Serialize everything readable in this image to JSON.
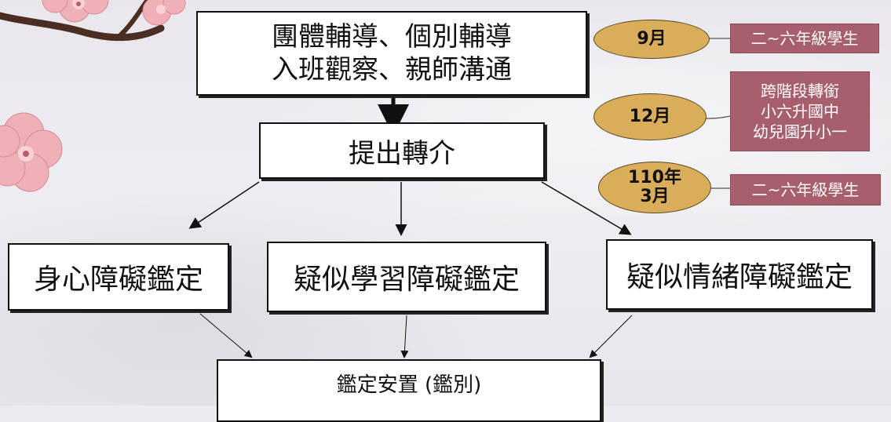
{
  "flow": {
    "top_line1": "團體輔導、個別輔導",
    "top_line2": "入班觀察、親師溝通",
    "referral": "提出轉介",
    "physical": "身心障礙鑑定",
    "learning": "疑似學習障礙鑑定",
    "emotional": "疑似情緒障礙鑑定",
    "placement": "鑑定安置 (鑑別)"
  },
  "timeline": [
    {
      "date": "9月",
      "date_line2": "",
      "note_lines": [
        "二~六年級學生"
      ]
    },
    {
      "date": "12月",
      "date_line2": "",
      "note_lines": [
        "跨階段轉銜",
        "小六升國中",
        "幼兒園升小一"
      ]
    },
    {
      "date": "110年",
      "date_line2": "3月",
      "note_lines": [
        "二~六年級學生"
      ]
    }
  ],
  "colors": {
    "oval_fill": "#d9ad5a",
    "tag_fill": "#a85f6d",
    "blossom": "#efb0b8"
  }
}
